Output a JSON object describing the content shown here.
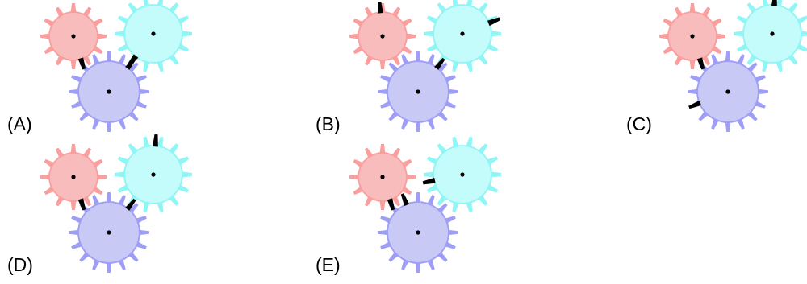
{
  "colors": {
    "red_gear": "#fa9e9e",
    "red_gear_center": "#f8bcbc",
    "cyan_gear": "#8ff5f5",
    "cyan_gear_center": "#c4fbfb",
    "blue_gear": "#9e9ef6",
    "blue_gear_center": "#c9c9f6",
    "marker": "#000000",
    "axle": "#000000",
    "background": "#ffffff"
  },
  "gear_teeth": {
    "red": 12,
    "cyan": 14,
    "blue": 16
  },
  "options": [
    {
      "label": "(A)",
      "markers": [
        "red-bottom-right",
        "cyan-bottom-left",
        "blue-top-right"
      ]
    },
    {
      "label": "(B)",
      "markers": [
        "red-top-right",
        "cyan-top-right",
        "blue-top-right"
      ]
    },
    {
      "label": "(C)",
      "markers": [
        "red-bottom-right",
        "cyan-top",
        "blue-left"
      ]
    },
    {
      "label": "(D)",
      "markers": [
        "red-bottom-right",
        "cyan-top",
        "blue-top-right"
      ]
    },
    {
      "label": "(E)",
      "markers": [
        "red-bottom-right",
        "cyan-left",
        "blue-top-left"
      ]
    }
  ]
}
